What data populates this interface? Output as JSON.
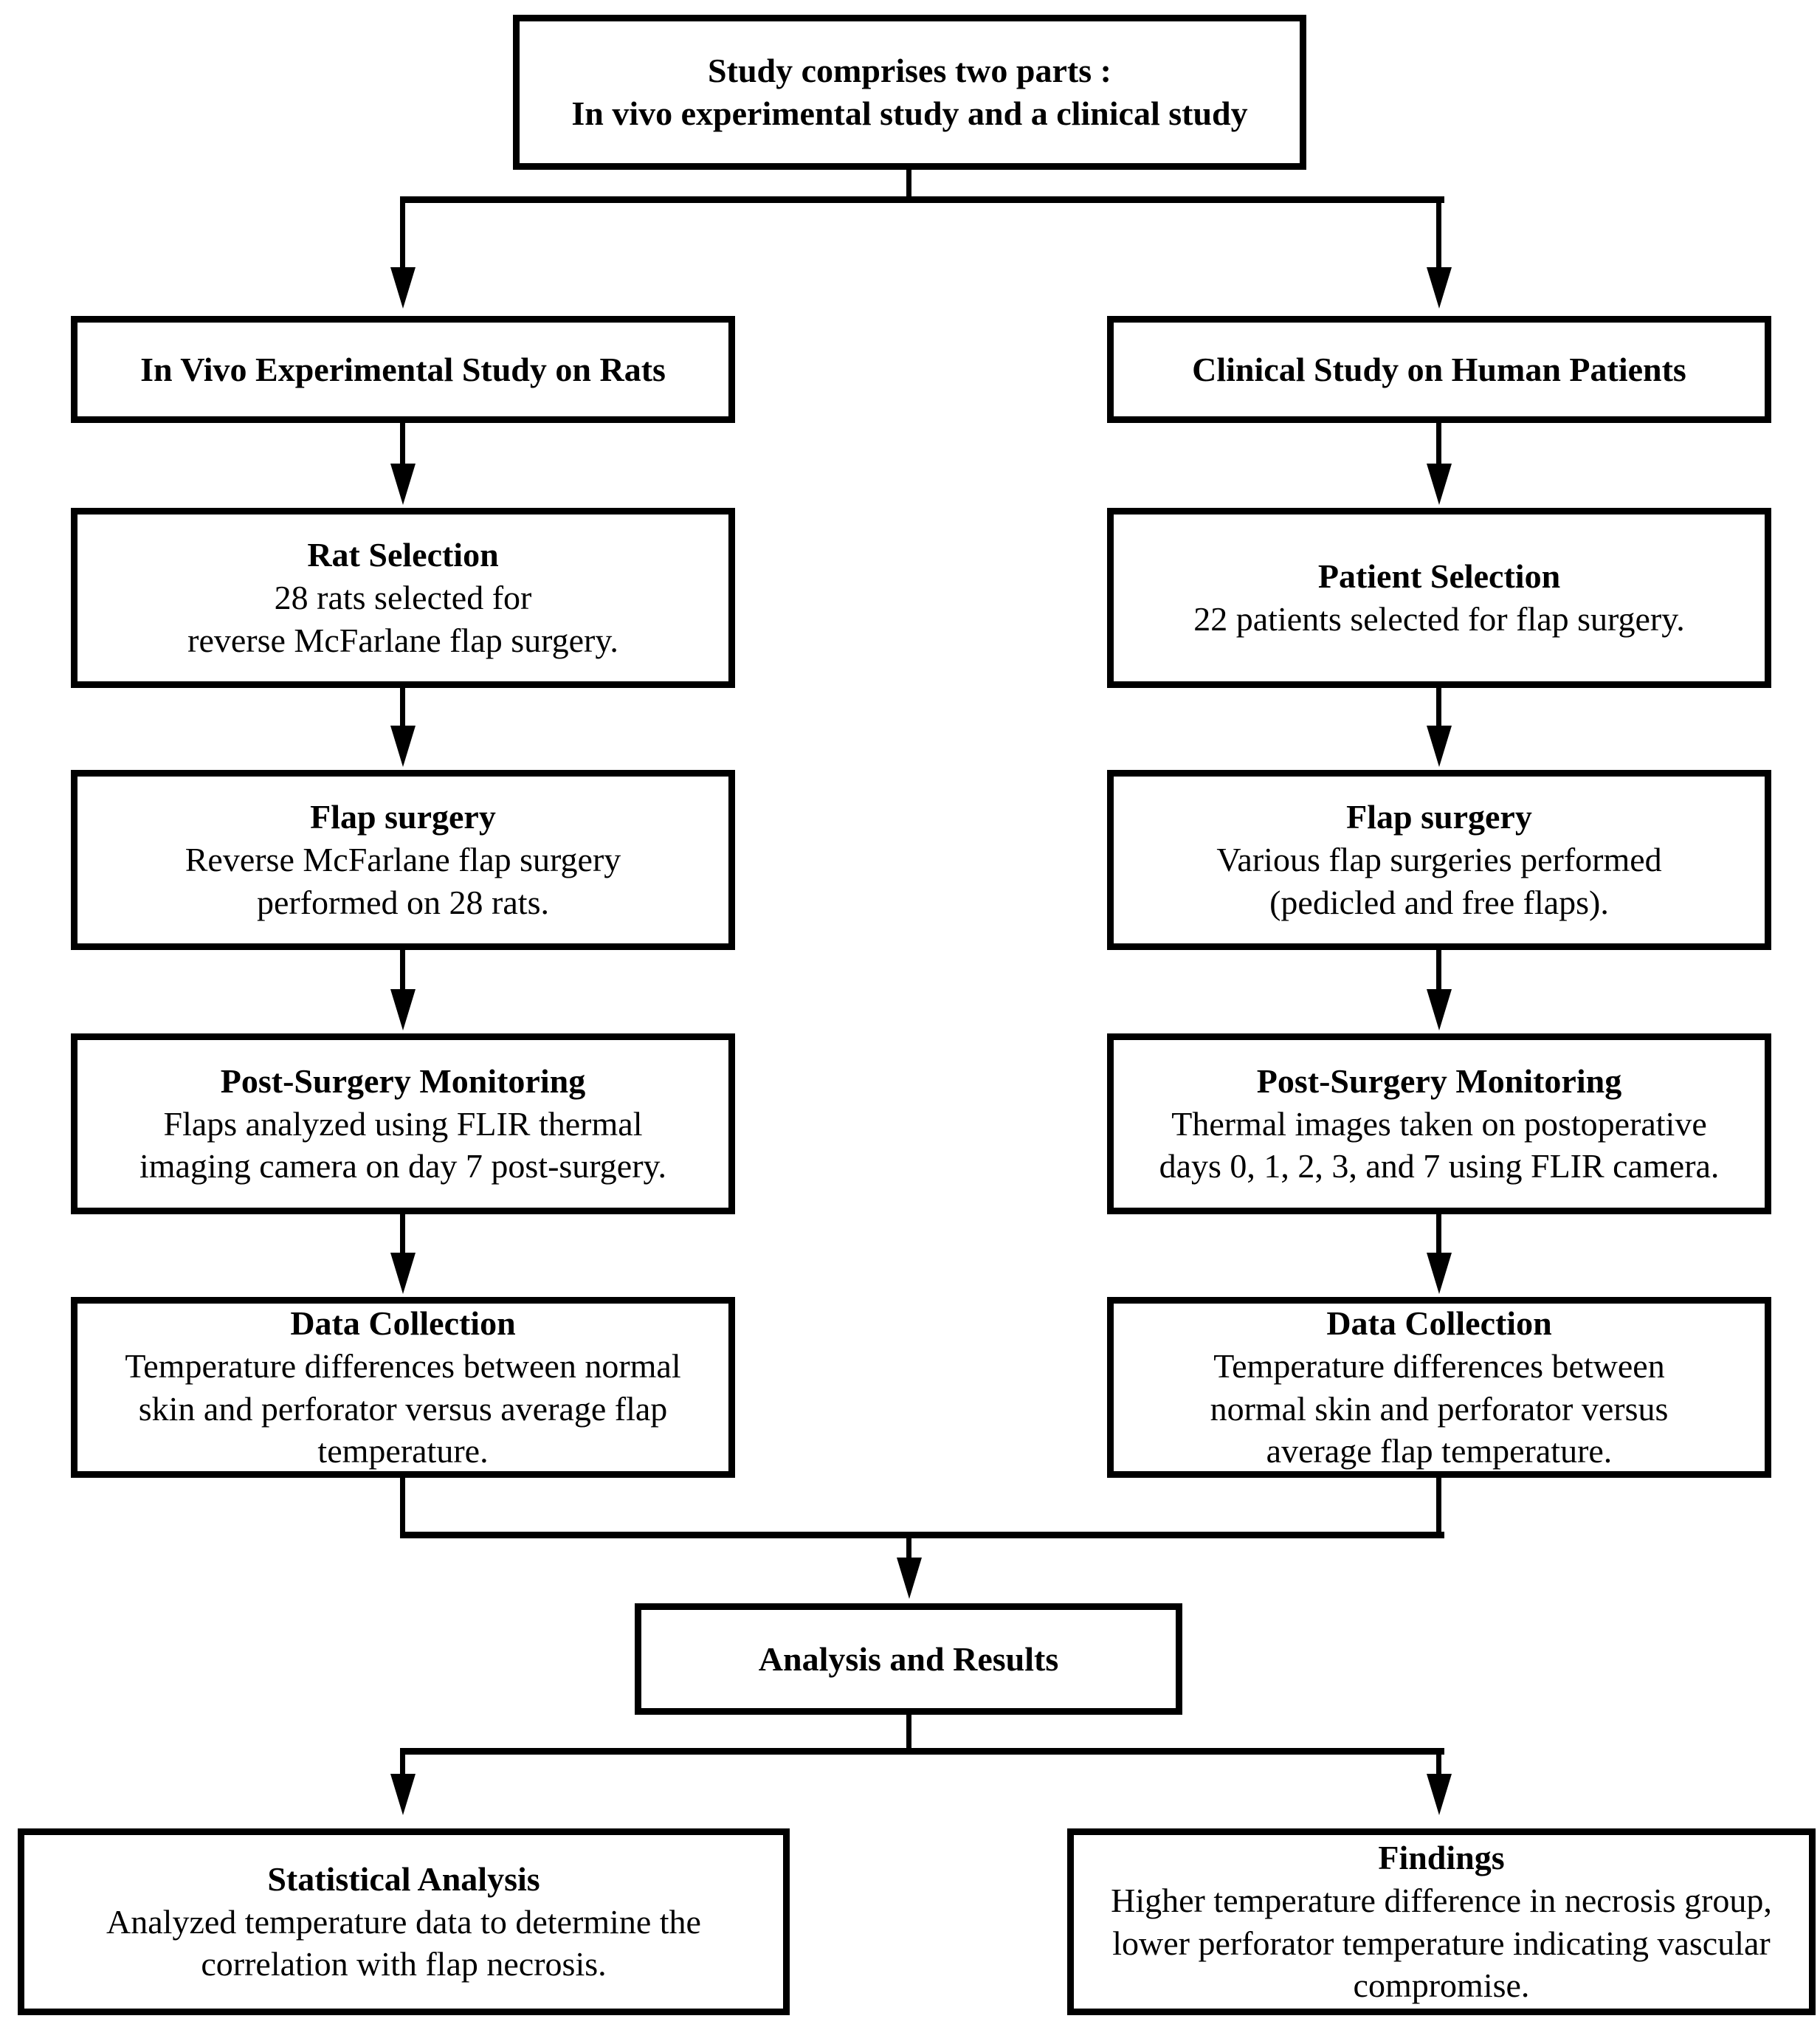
{
  "flowchart": {
    "root": {
      "title": "Study comprises two parts :\nIn vivo experimental study and a clinical study"
    },
    "left_branch": {
      "header": "In Vivo Experimental Study on Rats",
      "steps": [
        {
          "title": "Rat Selection",
          "body": "28 rats selected for\nreverse McFarlane flap surgery."
        },
        {
          "title": "Flap surgery",
          "body": "Reverse McFarlane flap surgery\nperformed on 28 rats."
        },
        {
          "title": "Post-Surgery Monitoring",
          "body": "Flaps analyzed using FLIR thermal\nimaging camera on day 7 post-surgery."
        },
        {
          "title": "Data Collection",
          "body": "Temperature differences between normal\nskin and perforator versus average flap\ntemperature."
        }
      ]
    },
    "right_branch": {
      "header": "Clinical Study on Human Patients",
      "steps": [
        {
          "title": "Patient Selection",
          "body": "22 patients selected for flap surgery."
        },
        {
          "title": "Flap surgery",
          "body": "Various flap surgeries performed\n(pedicled and free flaps)."
        },
        {
          "title": "Post-Surgery Monitoring",
          "body": "Thermal images taken on postoperative\ndays 0, 1, 2, 3, and 7 using FLIR camera."
        },
        {
          "title": "Data Collection",
          "body": "Temperature differences between\nnormal skin and perforator versus\naverage flap temperature."
        }
      ]
    },
    "analysis": {
      "title": "Analysis and Results"
    },
    "outcomes": [
      {
        "title": "Statistical Analysis",
        "body": "Analyzed temperature data to determine the\ncorrelation with flap necrosis."
      },
      {
        "title": "Findings",
        "body": "Higher temperature difference in necrosis group,\nlower perforator temperature indicating vascular\ncompromise."
      }
    ],
    "colors": {
      "line": "#000000",
      "box_bg": "#ffffff"
    }
  }
}
